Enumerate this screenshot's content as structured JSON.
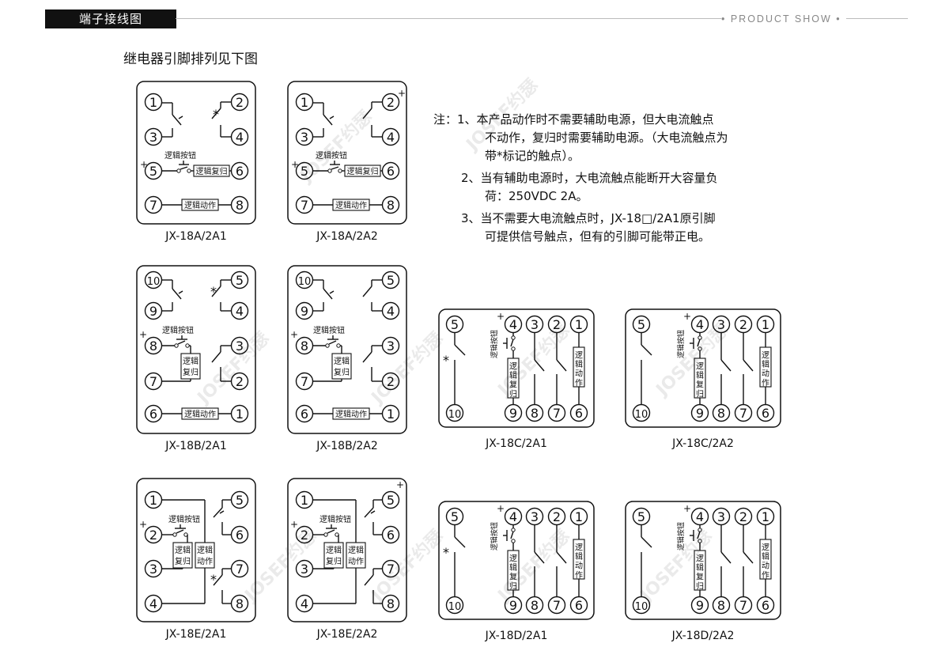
{
  "header": {
    "title": "端子接线图",
    "tag": "• PRODUCT SHOW •"
  },
  "subtitle": "继电器引脚排列见下图",
  "notes": [
    "注：1、本产品动作时不需要辅助电源，但大电流触点",
    "不动作，复归时需要辅助电源。（大电流触点为",
    "带*标记的触点）。",
    "2、当有辅助电源时，大电流触点能断开大容量负",
    "荷：250VDC 2A。",
    "3、当不需要大电流触点时，JX-18□/2A1原引脚",
    "可提供信号触点，但有的引脚可能带正电。"
  ],
  "labels": {
    "button": "逻辑按钮",
    "reset": "逻辑复归",
    "action": "逻辑动作",
    "luoji": "逻辑",
    "fugui": "复归",
    "dongzuo": "动作",
    "plus": "+",
    "star": "*"
  },
  "watermark": "JOSEF约瑟",
  "diagrams": [
    {
      "id": "a1",
      "caption": "JX-18A/2A1",
      "pins": [
        "1",
        "2",
        "3",
        "4",
        "5",
        "6",
        "7",
        "8"
      ]
    },
    {
      "id": "a2",
      "caption": "JX-18A/2A2",
      "pins": [
        "1",
        "2",
        "3",
        "4",
        "5",
        "6",
        "7",
        "8"
      ]
    },
    {
      "id": "b1",
      "caption": "JX-18B/2A1",
      "pins": [
        "10",
        "5",
        "9",
        "4",
        "8",
        "3",
        "7",
        "2",
        "6",
        "1"
      ]
    },
    {
      "id": "b2",
      "caption": "JX-18B/2A2",
      "pins": [
        "10",
        "5",
        "9",
        "4",
        "8",
        "3",
        "7",
        "2",
        "6",
        "1"
      ]
    },
    {
      "id": "c1",
      "caption": "JX-18C/2A1",
      "pins": [
        "5",
        "4",
        "3",
        "2",
        "1",
        "10",
        "9",
        "8",
        "7",
        "6"
      ]
    },
    {
      "id": "c2",
      "caption": "JX-18C/2A2",
      "pins": [
        "5",
        "4",
        "3",
        "2",
        "1",
        "10",
        "9",
        "8",
        "7",
        "6"
      ]
    },
    {
      "id": "e1",
      "caption": "JX-18E/2A1",
      "pins": [
        "1",
        "5",
        "2",
        "6",
        "3",
        "7",
        "4",
        "8"
      ]
    },
    {
      "id": "e2",
      "caption": "JX-18E/2A2",
      "pins": [
        "1",
        "5",
        "2",
        "6",
        "3",
        "7",
        "4",
        "8"
      ]
    },
    {
      "id": "d1",
      "caption": "JX-18D/2A1",
      "pins": [
        "5",
        "4",
        "3",
        "2",
        "1",
        "10",
        "9",
        "8",
        "7",
        "6"
      ]
    },
    {
      "id": "d2",
      "caption": "JX-18D/2A2",
      "pins": [
        "5",
        "4",
        "3",
        "2",
        "1",
        "10",
        "9",
        "8",
        "7",
        "6"
      ]
    }
  ]
}
